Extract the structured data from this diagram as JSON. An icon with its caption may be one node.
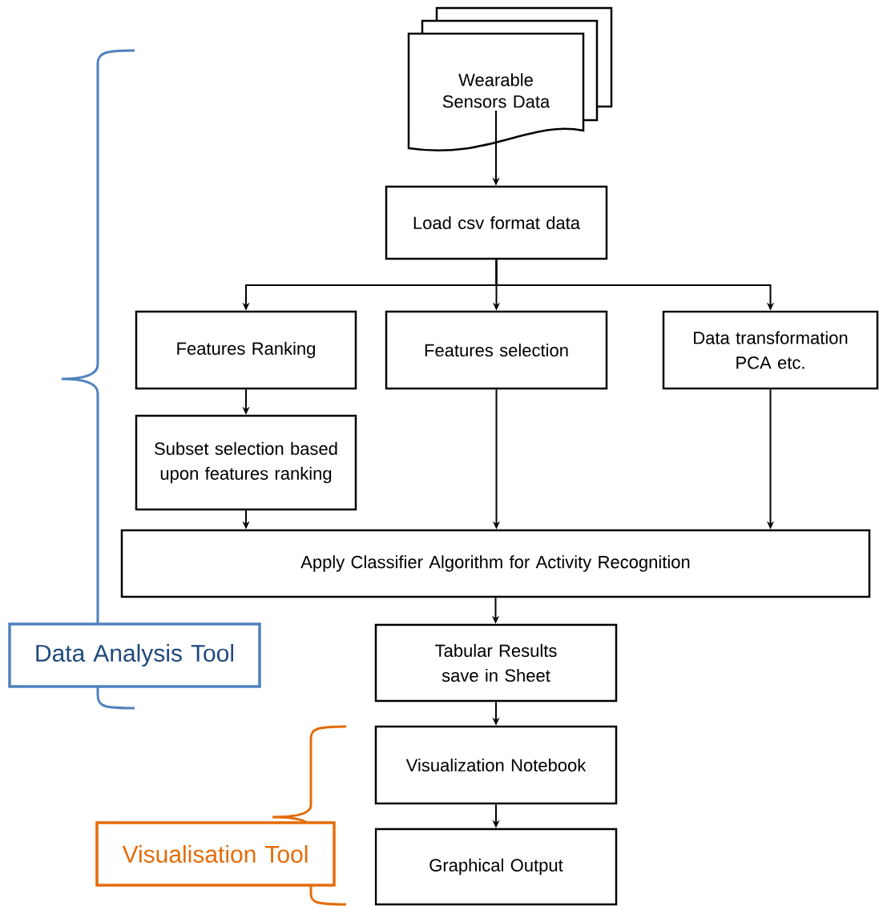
{
  "diagram": {
    "nodes": [
      {
        "text": [
          "Wearable Sensors Data"
        ]
      },
      {
        "text": [
          "Load csv format data"
        ]
      },
      {
        "text": [
          "Features Ranking"
        ]
      },
      {
        "text": [
          "Features selection"
        ]
      },
      {
        "text": [
          "Data transformation PCA etc."
        ]
      },
      {
        "text": [
          "Subset selection based upon features ranking"
        ]
      },
      {
        "text": [
          "Apply Classifier Algorithm for Activity Recognition"
        ]
      },
      {
        "text": [
          "Tabular Results save in Sheet"
        ]
      },
      {
        "text": [
          "Visualization Notebook"
        ]
      },
      {
        "text": [
          "Graphical Output"
        ]
      },
      {
        "text": [
          "Data Analysis Tool"
        ]
      },
      {
        "text": [
          "Visualisation Tool"
        ]
      }
    ],
    "edges": [
      {
        "from": 0,
        "to": 1,
        "arrow": "to"
      },
      {
        "from": 1,
        "to": 2,
        "arrow": "to"
      },
      {
        "from": 1,
        "to": 3,
        "arrow": "to"
      },
      {
        "from": 1,
        "to": 4,
        "arrow": "to"
      },
      {
        "from": 2,
        "to": 5,
        "arrow": "to"
      },
      {
        "from": 5,
        "to": 6,
        "arrow": "to"
      },
      {
        "from": 3,
        "to": 6,
        "arrow": "to"
      },
      {
        "from": 4,
        "to": 6,
        "arrow": "to"
      },
      {
        "from": 6,
        "to": 7,
        "arrow": "to"
      },
      {
        "from": 7,
        "to": 8,
        "arrow": "to"
      },
      {
        "from": 8,
        "to": 9,
        "arrow": "to"
      }
    ]
  }
}
